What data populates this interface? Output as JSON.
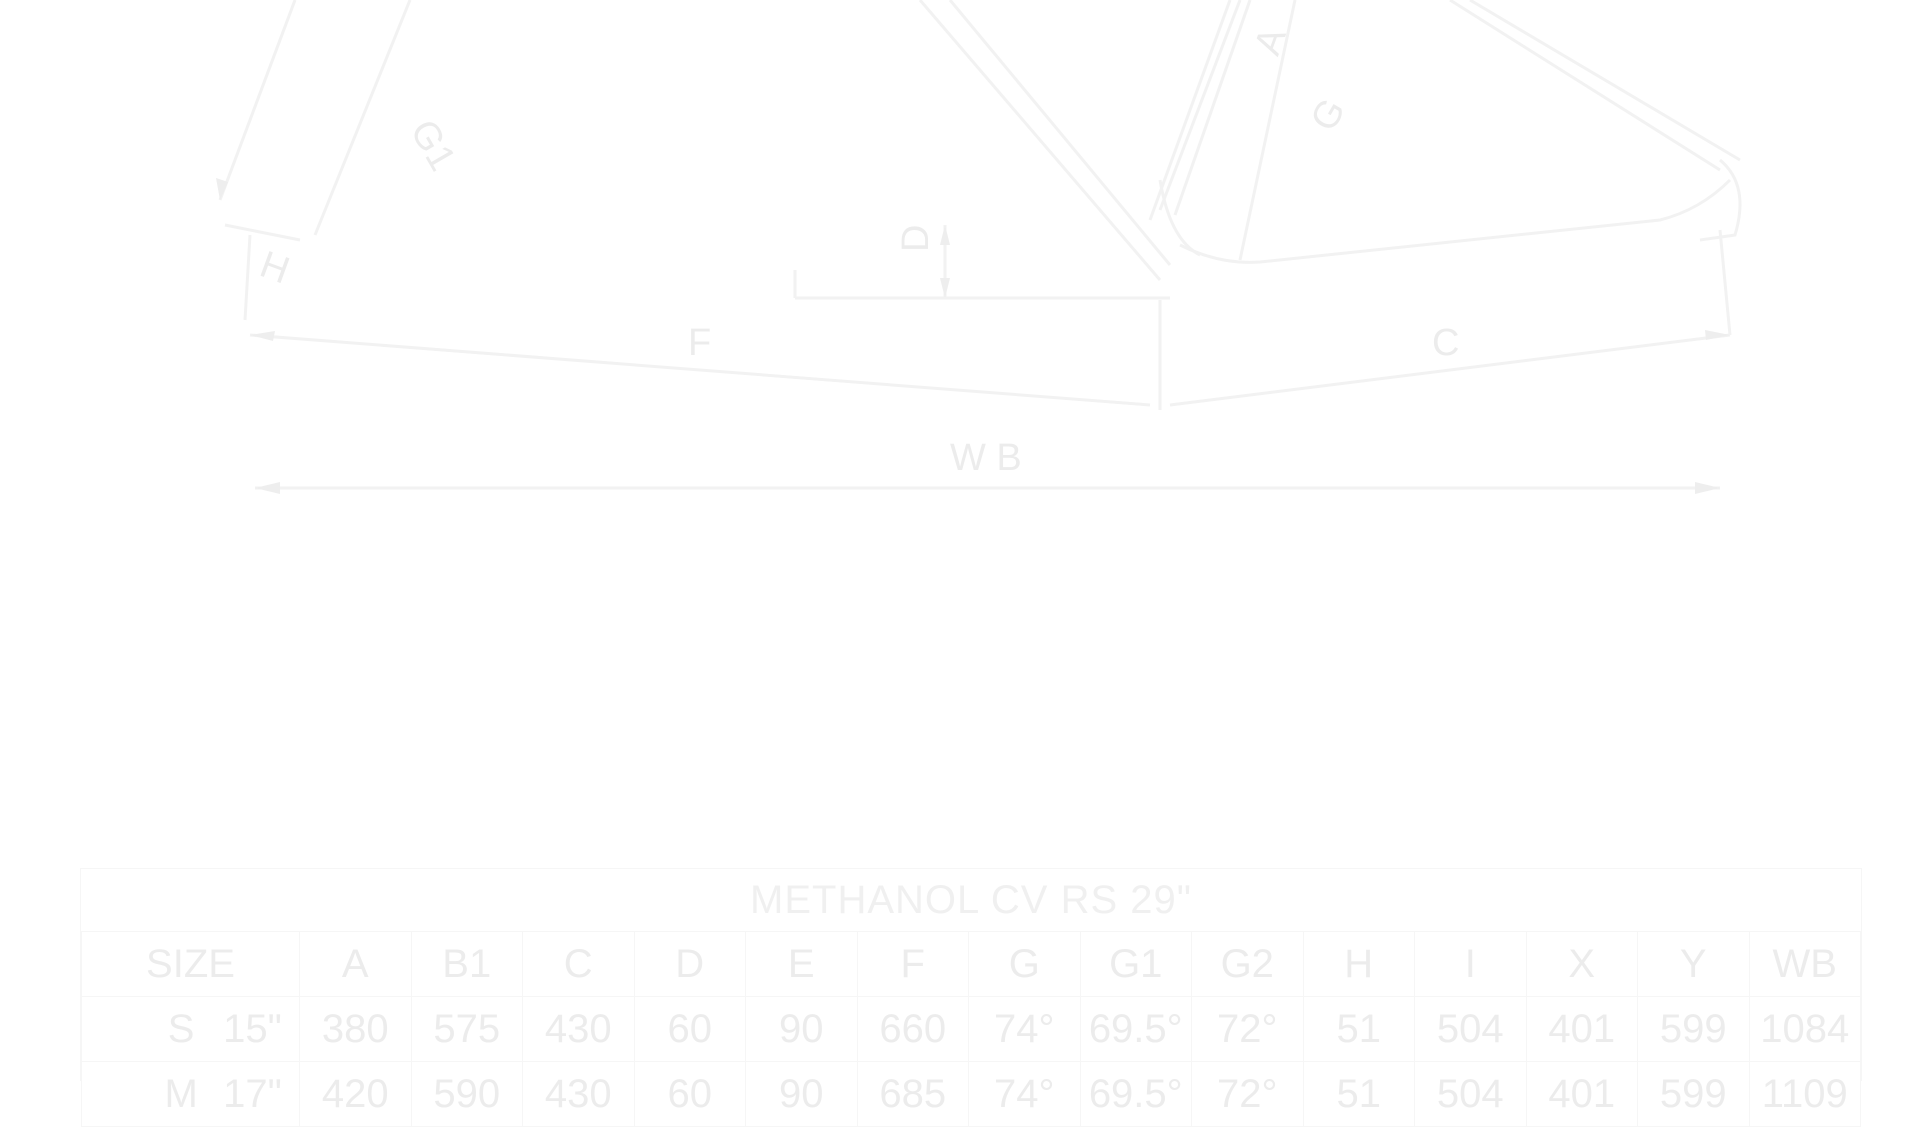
{
  "diagram": {
    "labels": {
      "g1": "G1",
      "h": "H",
      "f": "F",
      "d": "D",
      "a": "A",
      "g": "G",
      "c": "C",
      "wb": "W B"
    }
  },
  "table": {
    "title": "METHANOL CV RS 29\"",
    "headers": [
      "SIZE",
      "A",
      "B1",
      "C",
      "D",
      "E",
      "F",
      "G",
      "G1",
      "G2",
      "H",
      "I",
      "X",
      "Y",
      "WB"
    ],
    "rows": [
      {
        "size": "S",
        "inch": "15\"",
        "values": [
          "380",
          "575",
          "430",
          "60",
          "90",
          "660",
          "74°",
          "69.5°",
          "72°",
          "51",
          "504",
          "401",
          "599",
          "1084"
        ]
      },
      {
        "size": "M",
        "inch": "17\"",
        "values": [
          "420",
          "590",
          "430",
          "60",
          "90",
          "685",
          "74°",
          "69.5°",
          "72°",
          "51",
          "504",
          "401",
          "599",
          "1109"
        ]
      }
    ]
  },
  "colors": {
    "line": "#f2f2f2",
    "text": "#ececec"
  }
}
